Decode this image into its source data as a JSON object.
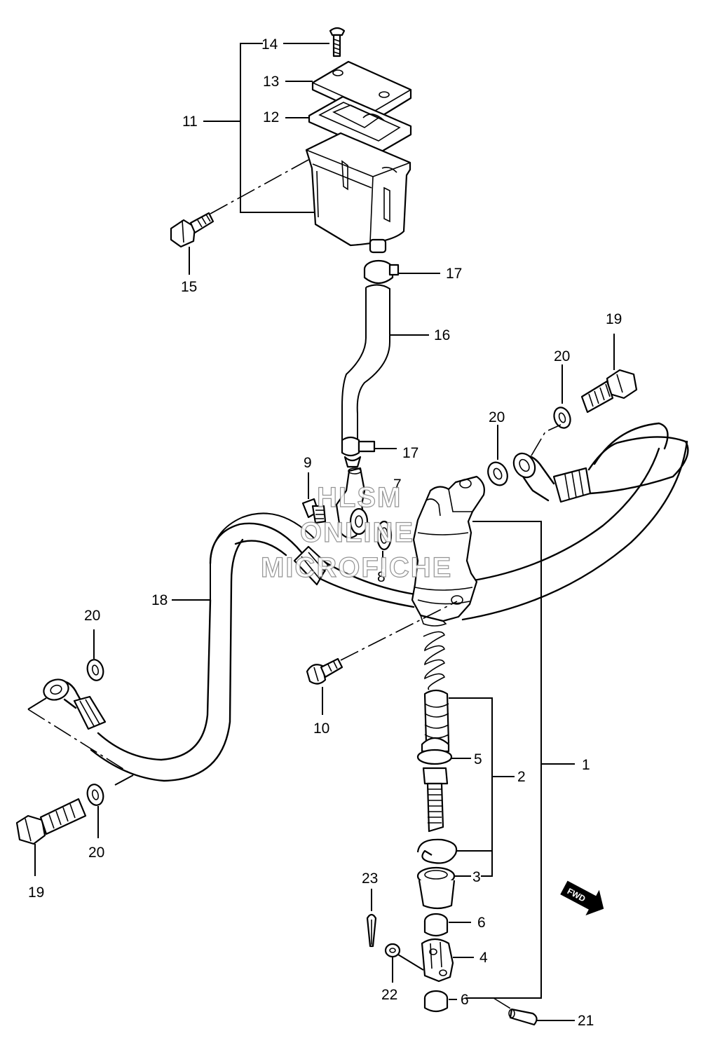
{
  "callouts": [
    {
      "id": "c14",
      "text": "14"
    },
    {
      "id": "c13",
      "text": "13"
    },
    {
      "id": "c12",
      "text": "12"
    },
    {
      "id": "c11",
      "text": "11"
    },
    {
      "id": "c15",
      "text": "15"
    },
    {
      "id": "c17a",
      "text": "17"
    },
    {
      "id": "c16",
      "text": "16"
    },
    {
      "id": "c19a",
      "text": "19"
    },
    {
      "id": "c20a",
      "text": "20"
    },
    {
      "id": "c20b",
      "text": "20"
    },
    {
      "id": "c17b",
      "text": "17"
    },
    {
      "id": "c9",
      "text": "9"
    },
    {
      "id": "c7",
      "text": "7"
    },
    {
      "id": "c8",
      "text": "8"
    },
    {
      "id": "c18",
      "text": "18"
    },
    {
      "id": "c20c",
      "text": "20"
    },
    {
      "id": "c10",
      "text": "10"
    },
    {
      "id": "c5",
      "text": "5"
    },
    {
      "id": "c2",
      "text": "2"
    },
    {
      "id": "c1",
      "text": "1"
    },
    {
      "id": "c3",
      "text": "3"
    },
    {
      "id": "c20d",
      "text": "20"
    },
    {
      "id": "c19b",
      "text": "19"
    },
    {
      "id": "c23",
      "text": "23"
    },
    {
      "id": "c6a",
      "text": "6"
    },
    {
      "id": "c4",
      "text": "4"
    },
    {
      "id": "c22",
      "text": "22"
    },
    {
      "id": "c6b",
      "text": "6"
    },
    {
      "id": "c21",
      "text": "21"
    }
  ],
  "watermark": {
    "line1": "HLSM",
    "line2": "ONLINE",
    "line3": "MICROFICHE"
  },
  "direction_badge": "FWD"
}
